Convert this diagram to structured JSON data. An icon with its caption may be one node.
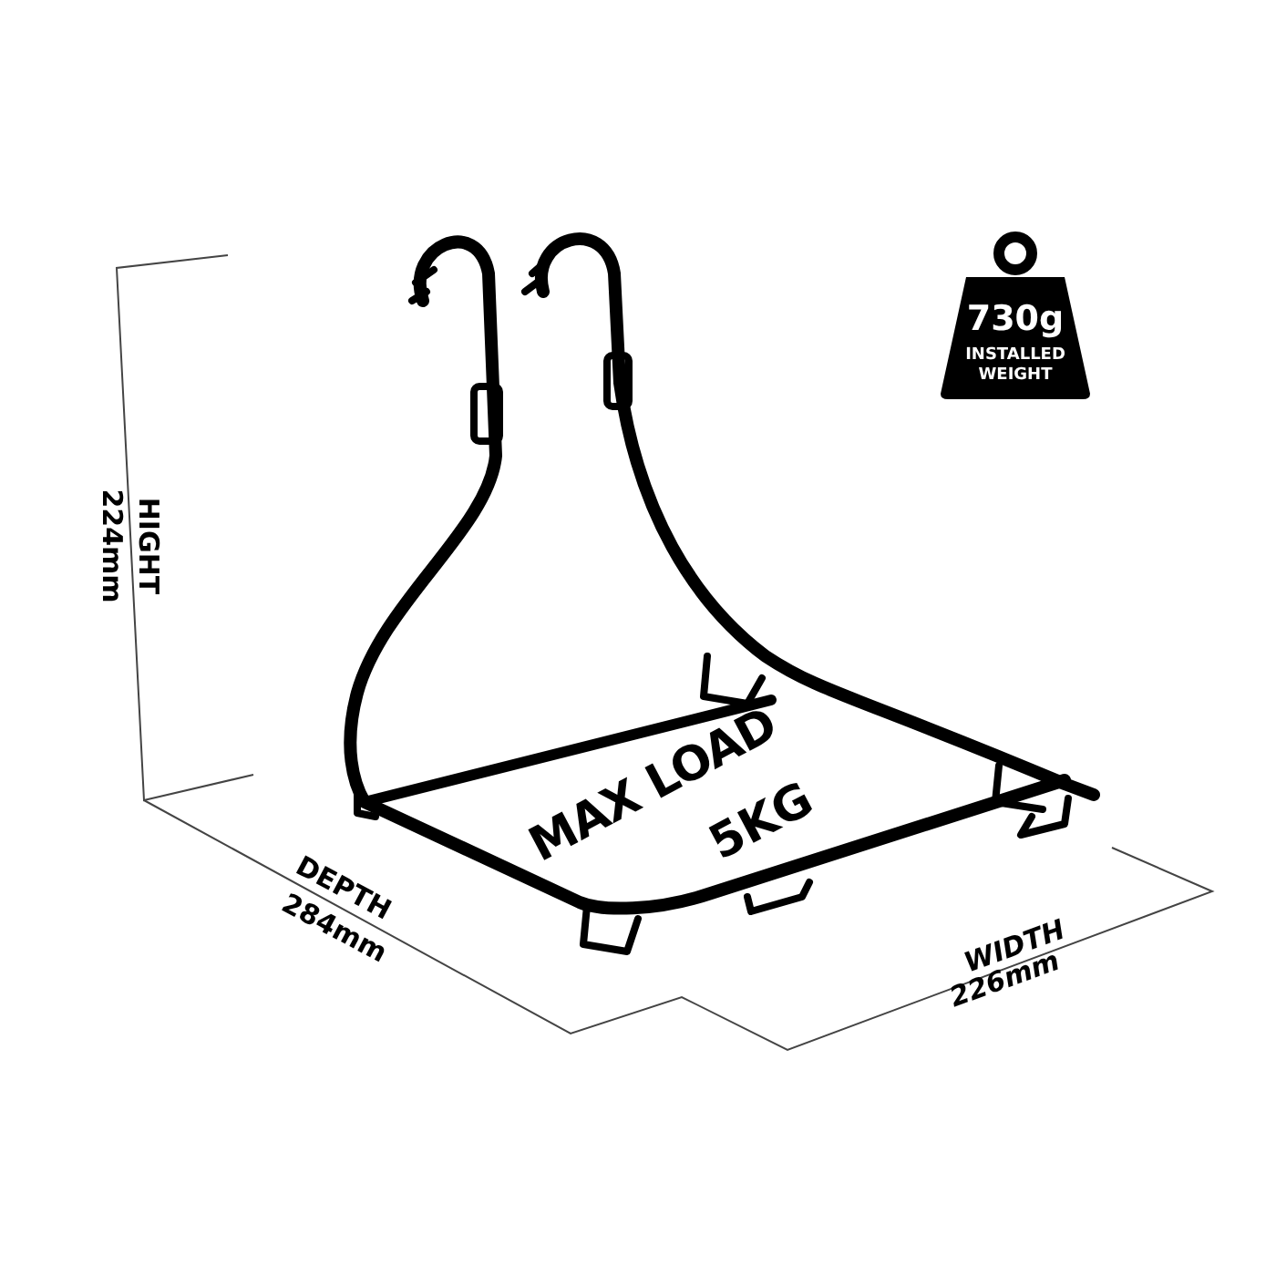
{
  "diagram": {
    "nodes": [
      {
        "text": [
          "730g",
          "INSTALLED WEIGHT"
        ]
      }
    ],
    "labels": [
      "HIGHT",
      "224mm",
      "MAX LOAD",
      "5KG",
      "DEPTH",
      "284mm",
      "WIDTH",
      "226mm"
    ]
  }
}
